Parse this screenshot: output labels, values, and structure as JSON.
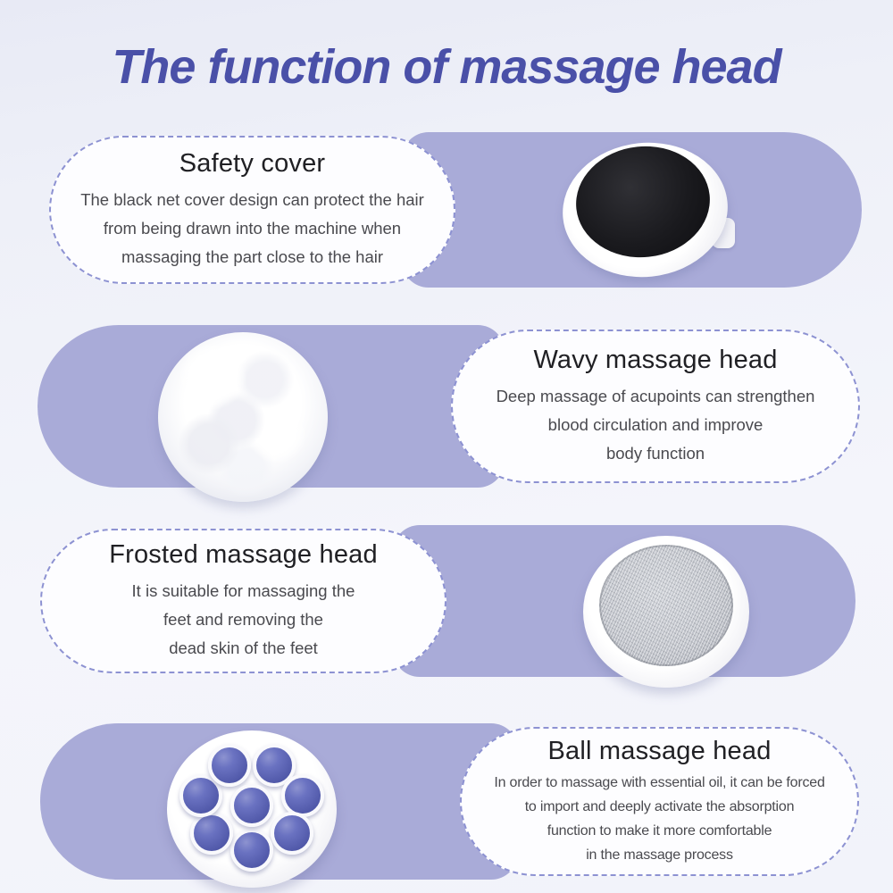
{
  "title": "The function of massage head",
  "colors": {
    "title": "#4a50a8",
    "band": "#a9abd8",
    "dash": "#8d92d2",
    "card_bg": "#fdfdff",
    "heading": "#202024",
    "body": "#4a4a4f",
    "ball_blue": "#5a62b2",
    "net_black": "#1a1a1e",
    "frosted_gray": "#c0c3ca"
  },
  "sections": [
    {
      "heading": "Safety cover",
      "lines": [
        "The black net cover design can protect the hair",
        "from being drawn into the machine when",
        "massaging the part close to the hair"
      ],
      "image": "safety-cover"
    },
    {
      "heading": "Wavy massage head",
      "lines": [
        "Deep massage of acupoints can strengthen",
        "blood circulation and improve",
        "body function"
      ],
      "image": "wavy-massage-head"
    },
    {
      "heading": "Frosted massage head",
      "lines": [
        "It is suitable for massaging the",
        "feet and removing the",
        "dead skin of the feet"
      ],
      "image": "frosted-massage-head"
    },
    {
      "heading": "Ball massage head",
      "lines": [
        "In order to massage with essential oil, it can be forced",
        "to import and deeply activate the absorption",
        "function to make it more comfortable",
        "in the massage process"
      ],
      "image": "ball-massage-head"
    }
  ]
}
